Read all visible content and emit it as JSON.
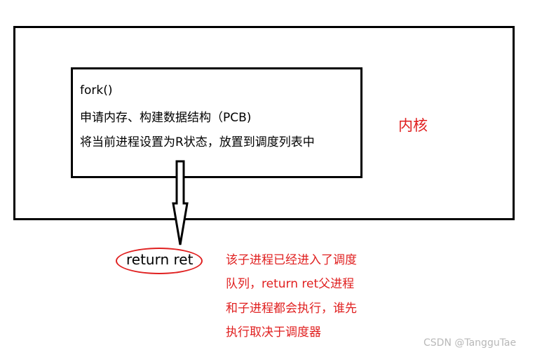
{
  "kernel": {
    "label": "内核",
    "inner_box": {
      "lines": [
        "fork()",
        "申请内存、构建数据结构（PCB)",
        "将当前进程设置为R状态，放置到调度列表中"
      ]
    }
  },
  "return_oval": {
    "text": "return ret"
  },
  "annotation": {
    "lines": [
      "该子进程已经进入了调度",
      "队列，return ret父进程",
      "和子进程都会执行，谁先",
      "执行取决于调度器"
    ]
  },
  "watermark": "CSDN @TangguTae",
  "colors": {
    "annotation": "#e02020",
    "outline": "#000000",
    "watermark": "#b8b8b8"
  }
}
